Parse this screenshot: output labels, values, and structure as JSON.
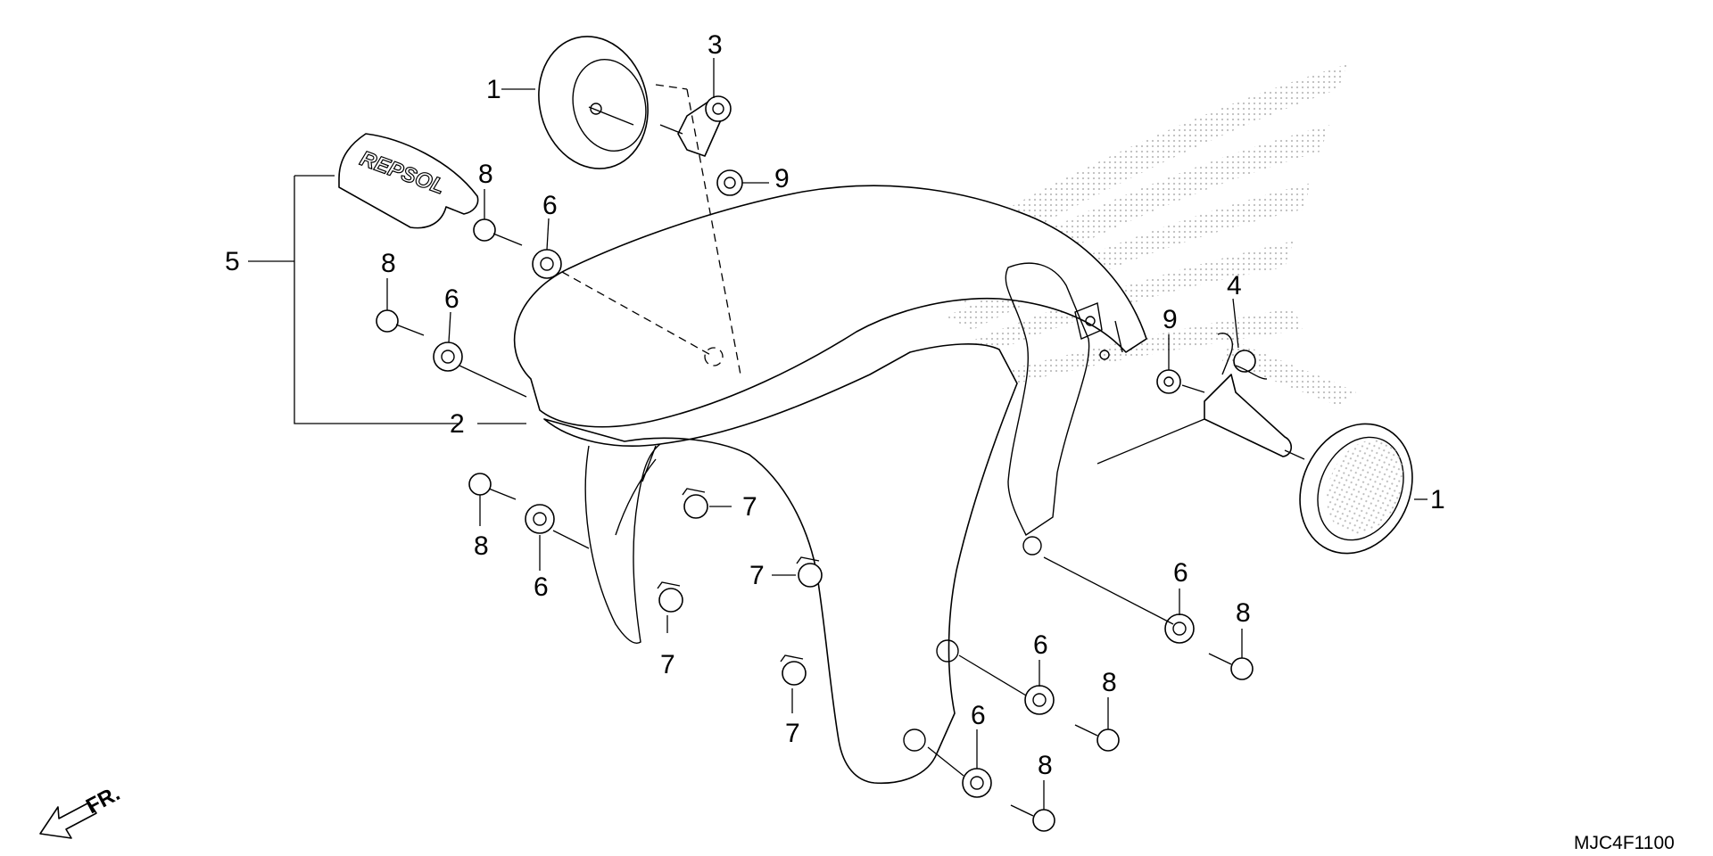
{
  "diagram": {
    "callouts": [
      {
        "id": "c1a",
        "label": "1"
      },
      {
        "id": "c1b",
        "label": "1"
      },
      {
        "id": "c2",
        "label": "2"
      },
      {
        "id": "c3",
        "label": "3"
      },
      {
        "id": "c4",
        "label": "4"
      },
      {
        "id": "c5",
        "label": "5"
      },
      {
        "id": "c6a",
        "label": "6"
      },
      {
        "id": "c6b",
        "label": "6"
      },
      {
        "id": "c6c",
        "label": "6"
      },
      {
        "id": "c6d",
        "label": "6"
      },
      {
        "id": "c6e",
        "label": "6"
      },
      {
        "id": "c6f",
        "label": "6"
      },
      {
        "id": "c7a",
        "label": "7"
      },
      {
        "id": "c7b",
        "label": "7"
      },
      {
        "id": "c7c",
        "label": "7"
      },
      {
        "id": "c7d",
        "label": "7"
      },
      {
        "id": "c8a",
        "label": "8"
      },
      {
        "id": "c8b",
        "label": "8"
      },
      {
        "id": "c8c",
        "label": "8"
      },
      {
        "id": "c8d",
        "label": "8"
      },
      {
        "id": "c8e",
        "label": "8"
      },
      {
        "id": "c8f",
        "label": "8"
      },
      {
        "id": "c9a",
        "label": "9"
      },
      {
        "id": "c9b",
        "label": "9"
      }
    ],
    "direction_label": "FR.",
    "emblem_text": "REPSOL",
    "diagram_code": "MJC4F1100",
    "colors": {
      "line": "#000000",
      "background": "#ffffff",
      "watermark": "#bdbdbd"
    }
  }
}
